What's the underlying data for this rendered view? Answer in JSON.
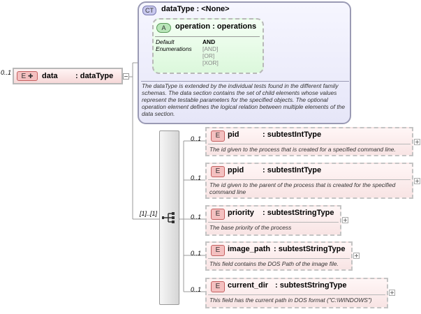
{
  "complex_type": {
    "badge": "CT",
    "title": "dataType : <None>",
    "description": "The dataType is extended by the individual tests found in the different family schemas.  The data section contains the set of child elements whose values represent the testable parameters for the specified objects.  The optional operation element defines the logical relation between multiple elements of the data section."
  },
  "attribute": {
    "badge": "A",
    "title": "operation : operations",
    "label": "Default\nEnumerations",
    "values": [
      "AND",
      "[AND]",
      "[OR]",
      "[XOR]"
    ]
  },
  "root": {
    "occurrence": "0..1",
    "badge": "E",
    "badge_symbol": "✚",
    "name": "data",
    "type": ": dataType"
  },
  "sequence": {
    "occurrence": "[1]..[1]"
  },
  "children": [
    {
      "occurrence": "0..1",
      "badge": "E",
      "name": "pid",
      "type": ": subtestIntType",
      "description": "The id given to the process that is created for a specified command line."
    },
    {
      "occurrence": "0..1",
      "badge": "E",
      "name": "ppid",
      "type": ": subtestIntType",
      "description": "The id given to the parent of the process that is created for the specified command line"
    },
    {
      "occurrence": "0..1",
      "badge": "E",
      "name": "priority",
      "type": ": subtestStringType",
      "description": "The base priority of the process"
    },
    {
      "occurrence": "0..1",
      "badge": "E",
      "name": "image_path",
      "type": ": subtestStringType",
      "description": "This field contains the DOS Path of the image file."
    },
    {
      "occurrence": "0..1",
      "badge": "E",
      "name": "current_dir",
      "type": ": subtestStringType",
      "description": "This field has the current path in DOS format (\"C:\\WINDOWS\")"
    }
  ]
}
